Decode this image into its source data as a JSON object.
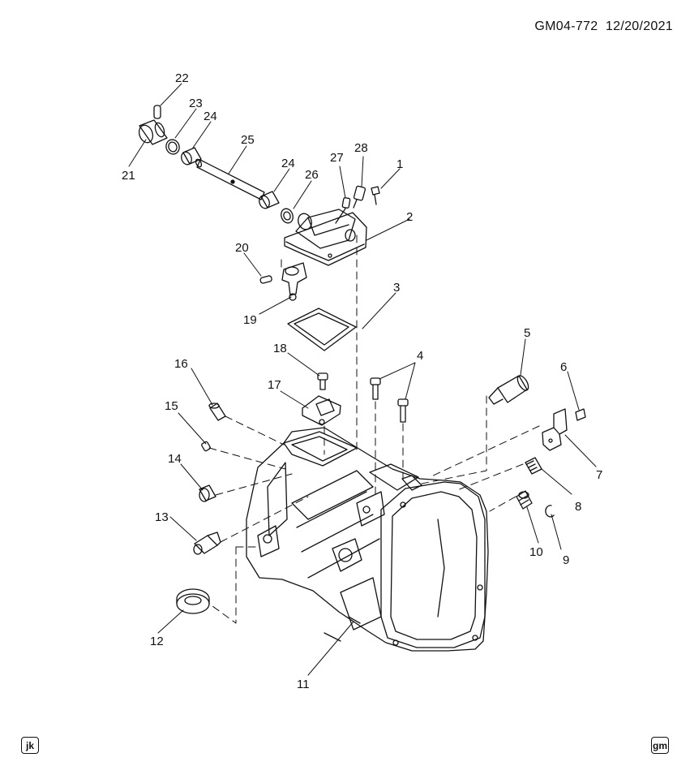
{
  "header": {
    "code": "GM04-772",
    "date": "12/20/2021"
  },
  "callouts": [
    "1",
    "2",
    "3",
    "4",
    "5",
    "6",
    "7",
    "8",
    "9",
    "10",
    "11",
    "12",
    "13",
    "14",
    "15",
    "16",
    "17",
    "18",
    "19",
    "20",
    "21",
    "22",
    "23",
    "24",
    "24",
    "25",
    "26",
    "27",
    "28"
  ],
  "badges": {
    "left": "jk",
    "right": "gm"
  }
}
